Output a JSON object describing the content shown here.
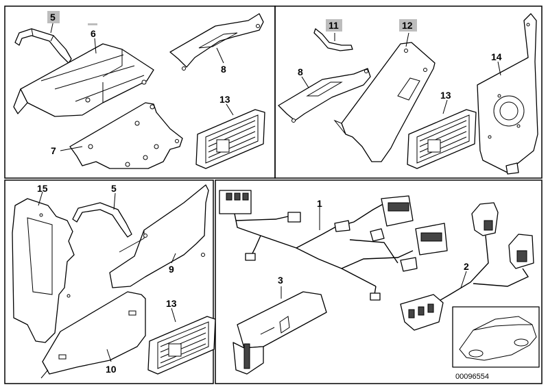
{
  "diagram": {
    "part_labels": {
      "p5a": "5",
      "p6": "6",
      "p8a": "8",
      "p7": "7",
      "p13a": "13",
      "p11": "11",
      "p12": "12",
      "p8b": "8",
      "p13b": "13",
      "p14": "14",
      "p15": "15",
      "p5b": "5",
      "p9": "9",
      "p13c": "13",
      "p10": "10",
      "p1": "1",
      "p2": "2",
      "p3": "3"
    },
    "reference_number": "00096554",
    "highlighted_labels": [
      "5",
      "11",
      "12"
    ],
    "colors": {
      "highlight": "#bdbdbd",
      "line": "#000000",
      "background": "#ffffff"
    }
  }
}
